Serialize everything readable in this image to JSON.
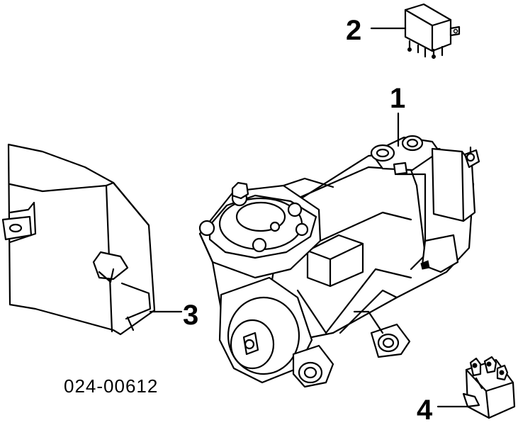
{
  "callouts": {
    "label_1": "1",
    "label_2": "2",
    "label_3": "3",
    "label_4": "4"
  },
  "diagram_code": "024-00612"
}
